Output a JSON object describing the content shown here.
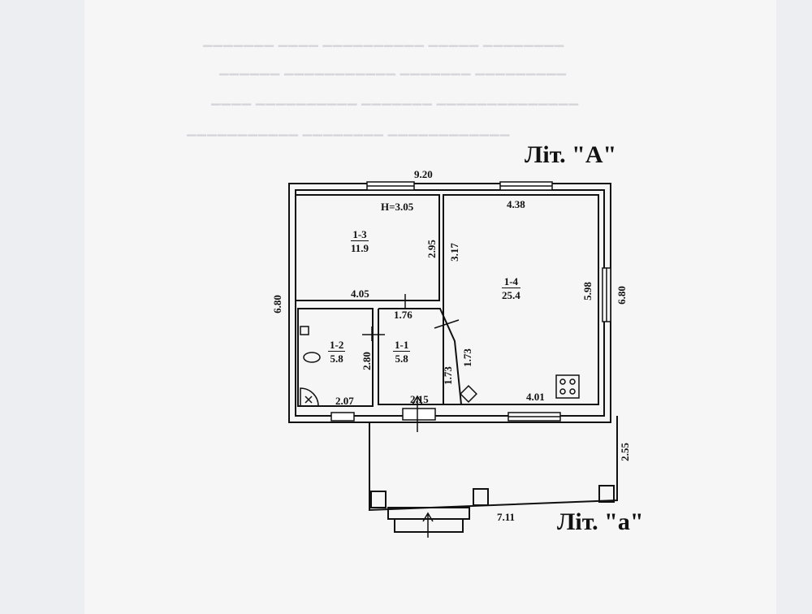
{
  "building_main": "Літ. \"A\"",
  "building_annex": "Літ. \"a\"",
  "height_label": "H=3.05",
  "rooms": [
    {
      "id": "1-3",
      "area": "11.9"
    },
    {
      "id": "1-4",
      "area": "25.4"
    },
    {
      "id": "1-2",
      "area": "5.8"
    },
    {
      "id": "1-1",
      "area": "5.8"
    }
  ],
  "dims": {
    "top_total": "9.20",
    "room_1_4_top": "4.38",
    "left_total": "6.80",
    "right_total": "6.80",
    "room_1_3_right": "2.95",
    "room_1_4_left_upper": "3.17",
    "room_1_3_bottom": "4.05",
    "corridor_top": "1.76",
    "room_1_4_right": "5.98",
    "room_1_2_right": "2.80",
    "room_1_1_right": "1.73",
    "room_1_4_left_lower": "1.73",
    "room_1_2_bottom": "2.07",
    "room_1_1_bottom": "2.15",
    "room_1_4_bottom": "4.01",
    "annex_right": "2.55",
    "annex_bottom": "7.11"
  }
}
